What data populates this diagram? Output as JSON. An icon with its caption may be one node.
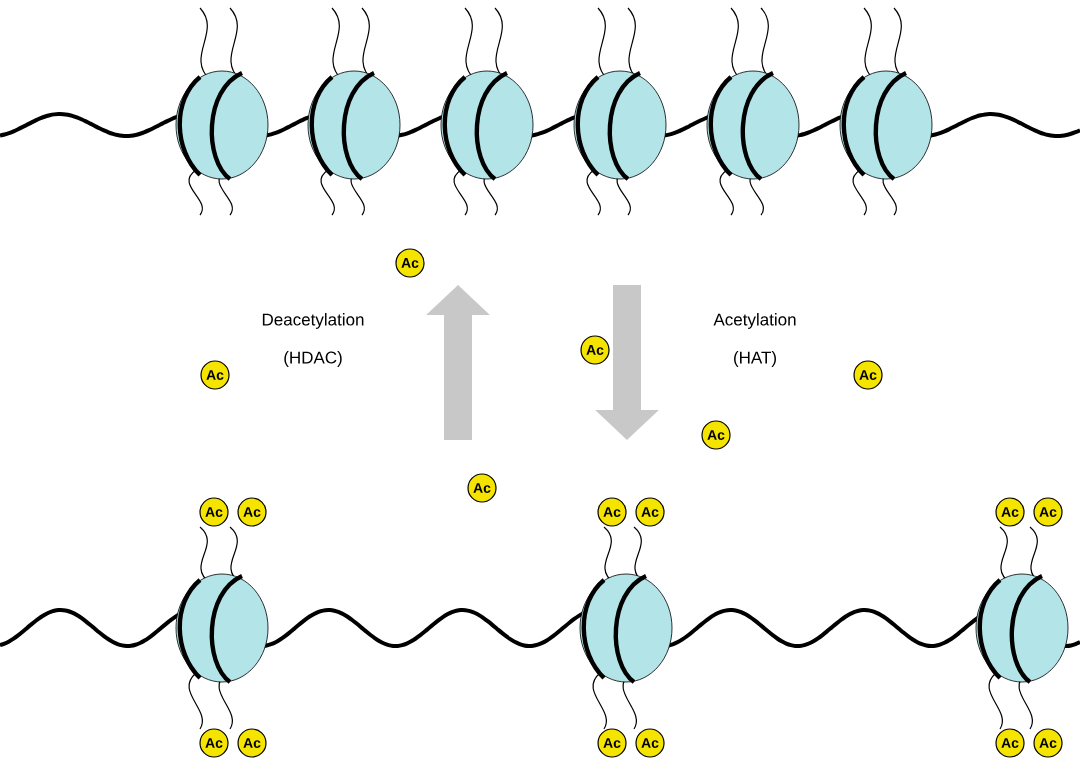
{
  "diagram": {
    "nodes": [
      {
        "text": [],
        "shape": "picture"
      },
      {
        "text": [],
        "shape": "picture"
      },
      {
        "text": [
          "Ac"
        ]
      },
      {
        "text": [
          "Ac"
        ]
      },
      {
        "text": [
          "Ac"
        ]
      },
      {
        "text": [
          "Ac"
        ]
      },
      {
        "text": [
          "Ac"
        ]
      },
      {
        "text": [
          "Ac"
        ]
      },
      {
        "text": [
          "Ac"
        ]
      },
      {
        "text": [
          "Ac"
        ]
      },
      {
        "text": [
          "Ac"
        ]
      },
      {
        "text": [
          "Ac"
        ]
      },
      {
        "text": [
          "Ac"
        ]
      },
      {
        "text": [
          "Ac"
        ]
      },
      {
        "text": [
          "Ac"
        ]
      },
      {
        "text": [
          "Ac"
        ]
      },
      {
        "text": [
          "Ac"
        ]
      },
      {
        "text": [
          "Ac"
        ]
      },
      {
        "text": [
          "Ac"
        ]
      },
      {
        "text": [
          "Ac"
        ]
      }
    ],
    "labels": [
      "Deacetylation (HDAC)",
      "Acetylation (HAT)"
    ]
  }
}
